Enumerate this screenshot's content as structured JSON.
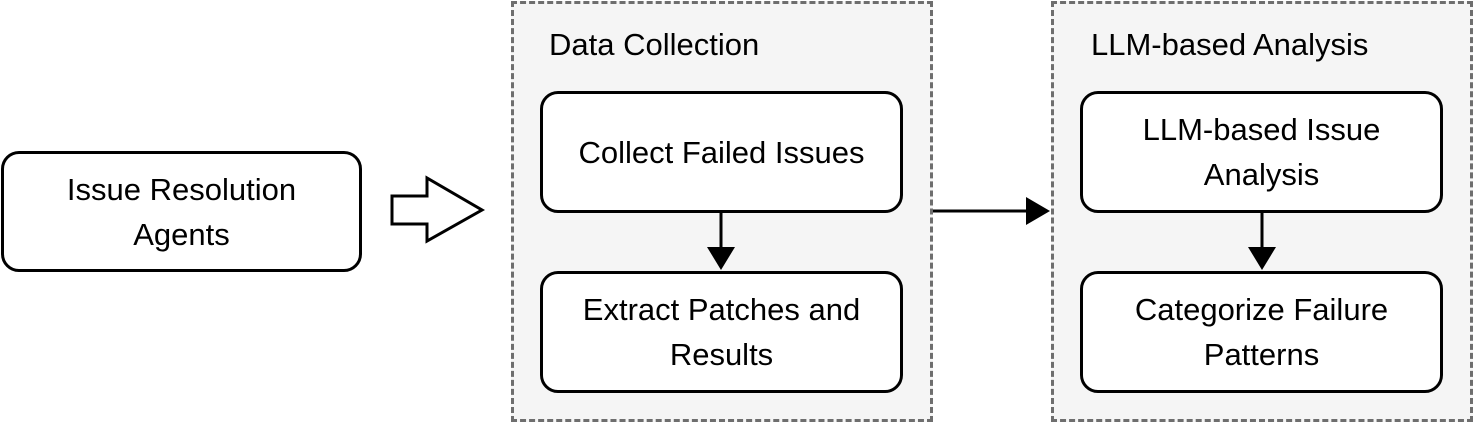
{
  "diagram": {
    "source_node": {
      "label": "Issue Resolution Agents"
    },
    "groups": [
      {
        "title": "Data Collection",
        "steps": [
          {
            "label": "Collect Failed Issues"
          },
          {
            "label": "Extract Patches and Results"
          }
        ]
      },
      {
        "title": "LLM-based Analysis",
        "steps": [
          {
            "label": "LLM-based Issue Analysis"
          },
          {
            "label": "Categorize Failure Patterns"
          }
        ]
      }
    ],
    "colors": {
      "group_fill": "#f5f5f5",
      "group_border": "#6e6e6e",
      "node_fill": "#ffffff",
      "stroke": "#000000"
    }
  }
}
